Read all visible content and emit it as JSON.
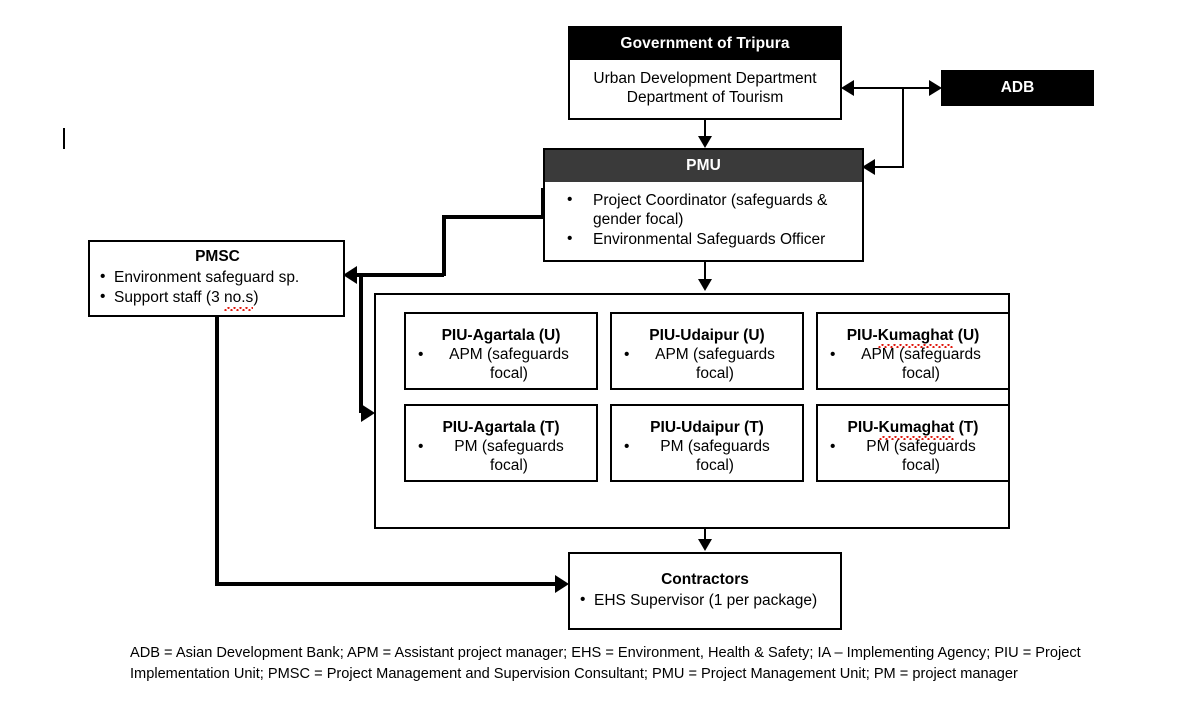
{
  "diagram": {
    "title": "Institutional arrangement / organizational structure",
    "colors": {
      "header_black": "#000000",
      "pmu_header_gray": "#3a3a3a",
      "text_on_dark": "#ffffff",
      "border": "#000000",
      "spellcheck_red": "#e01b10",
      "background": "#ffffff"
    },
    "nodes": {
      "government": {
        "header": "Government of Tripura",
        "lines": [
          "Urban Development Department",
          "Department of Tourism"
        ]
      },
      "adb": {
        "label": "ADB"
      },
      "pmu": {
        "header": "PMU",
        "items": [
          "Project Coordinator (safeguards & gender focal)",
          "Environmental Safeguards Officer"
        ]
      },
      "pmsc": {
        "title": "PMSC",
        "items": [
          "Environment safeguard sp.",
          "Support staff (3 no.s)"
        ],
        "misspelled_fragment": "no.s"
      },
      "contractors": {
        "title": "Contractors",
        "items": [
          "EHS Supervisor (1 per package)"
        ]
      }
    },
    "piu_units": [
      {
        "title_prefix": "PIU-",
        "title_name": "Agartala",
        "title_suffix": " (U)",
        "role": "APM (safeguards focal)",
        "misspelled": false
      },
      {
        "title_prefix": "PIU-",
        "title_name": "Udaipur",
        "title_suffix": " (U)",
        "role": "APM (safeguards focal)",
        "misspelled": false
      },
      {
        "title_prefix": "PIU-",
        "title_name": "Kumaghat",
        "title_suffix": " (U)",
        "role": "APM (safeguards focal)",
        "misspelled": true
      },
      {
        "title_prefix": "PIU-",
        "title_name": "Agartala",
        "title_suffix": " (T)",
        "role": "PM (safeguards focal)",
        "misspelled": false
      },
      {
        "title_prefix": "PIU-",
        "title_name": "Udaipur",
        "title_suffix": " (T)",
        "role": "PM (safeguards focal)",
        "misspelled": false
      },
      {
        "title_prefix": "PIU-",
        "title_name": "Kumaghat",
        "title_suffix": " (T)",
        "role": "PM (safeguards focal)",
        "misspelled": true
      }
    ],
    "connections": [
      {
        "from": "government",
        "to": "adb",
        "type": "double-arrow"
      },
      {
        "from": "adb",
        "to": "pmu",
        "type": "arrow"
      },
      {
        "from": "government",
        "to": "pmu",
        "type": "arrow"
      },
      {
        "from": "pmu",
        "to": "pmsc",
        "type": "arrow"
      },
      {
        "from": "pmu",
        "to": "piu-group",
        "type": "arrow"
      },
      {
        "from": "pmsc-branch",
        "to": "piu-group",
        "type": "arrow"
      },
      {
        "from": "piu-group",
        "to": "contractors",
        "type": "arrow"
      },
      {
        "from": "pmsc",
        "to": "contractors",
        "type": "arrow"
      }
    ],
    "footnote": "ADB = Asian Development Bank; APM = Assistant project manager; EHS = Environment, Health & Safety; IA – Implementing Agency; PIU = Project Implementation Unit; PMSC = Project Management and Supervision Consultant; PMU = Project Management Unit; PM = project manager"
  }
}
